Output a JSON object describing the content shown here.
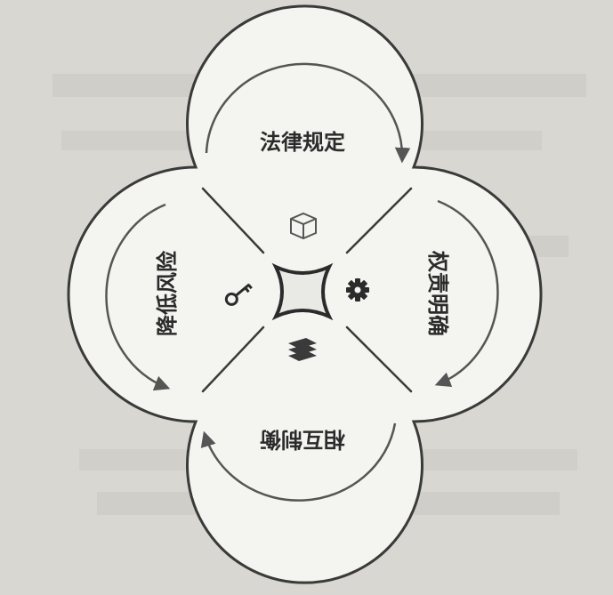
{
  "diagram": {
    "petals": [
      {
        "id": "top",
        "label": "法律规定"
      },
      {
        "id": "right",
        "label": "权责明确"
      },
      {
        "id": "bottom",
        "label": "相互制衡"
      },
      {
        "id": "left",
        "label": "降低风险"
      }
    ],
    "icons": {
      "top": "cube-icon",
      "right": "gear-icon",
      "bottom": "layers-icon",
      "left": "key-icon",
      "center": "concave-square-icon"
    },
    "colors": {
      "background": "#d9d7d1",
      "outline": "#3a3a3a",
      "petal_fill": "#f4f4f1",
      "arrow": "#555555"
    }
  }
}
